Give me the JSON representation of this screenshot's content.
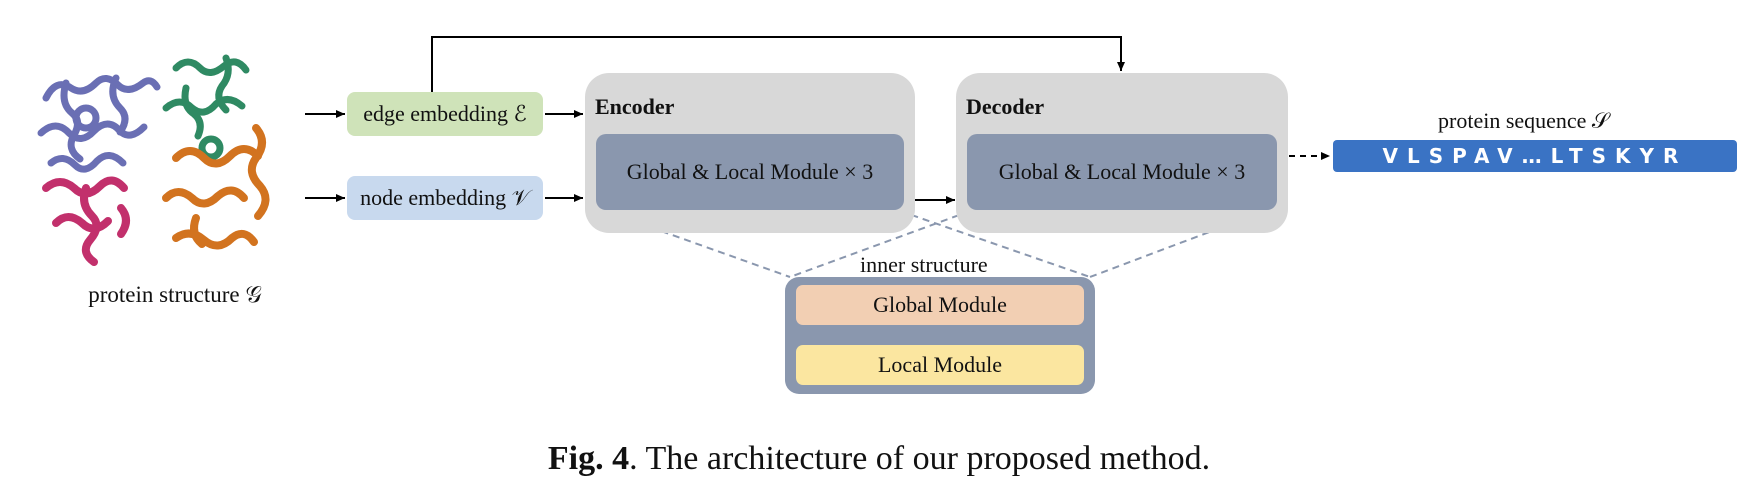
{
  "input": {
    "label": "protein structure 𝒢"
  },
  "embeddings": {
    "edge": "edge embedding ℰ",
    "node": "node embedding 𝒱"
  },
  "encoder": {
    "title": "Encoder",
    "module": "Global & Local Module × 3"
  },
  "decoder": {
    "title": "Decoder",
    "module": "Global & Local Module × 3"
  },
  "inner": {
    "label": "inner structure",
    "global": "Global Module",
    "local": "Local Module"
  },
  "output": {
    "label": "protein sequence 𝒮",
    "sequence": "VLSPAV…LTSKYR"
  },
  "caption": {
    "fig": "Fig. 4",
    "text": ". The architecture of our proposed method."
  },
  "colors": {
    "edge_box": "#cfe3b9",
    "node_box": "#c8d9ee",
    "panel": "#d8d8d8",
    "module": "#8a97ae",
    "global_module": "#f2cfb3",
    "local_module": "#fbe6a0",
    "sequence_bar": "#3a73c4",
    "ribbon_purple": "#6a6fb4",
    "ribbon_green": "#2f8a63",
    "ribbon_orange": "#d2731f",
    "ribbon_magenta": "#c2306c"
  }
}
